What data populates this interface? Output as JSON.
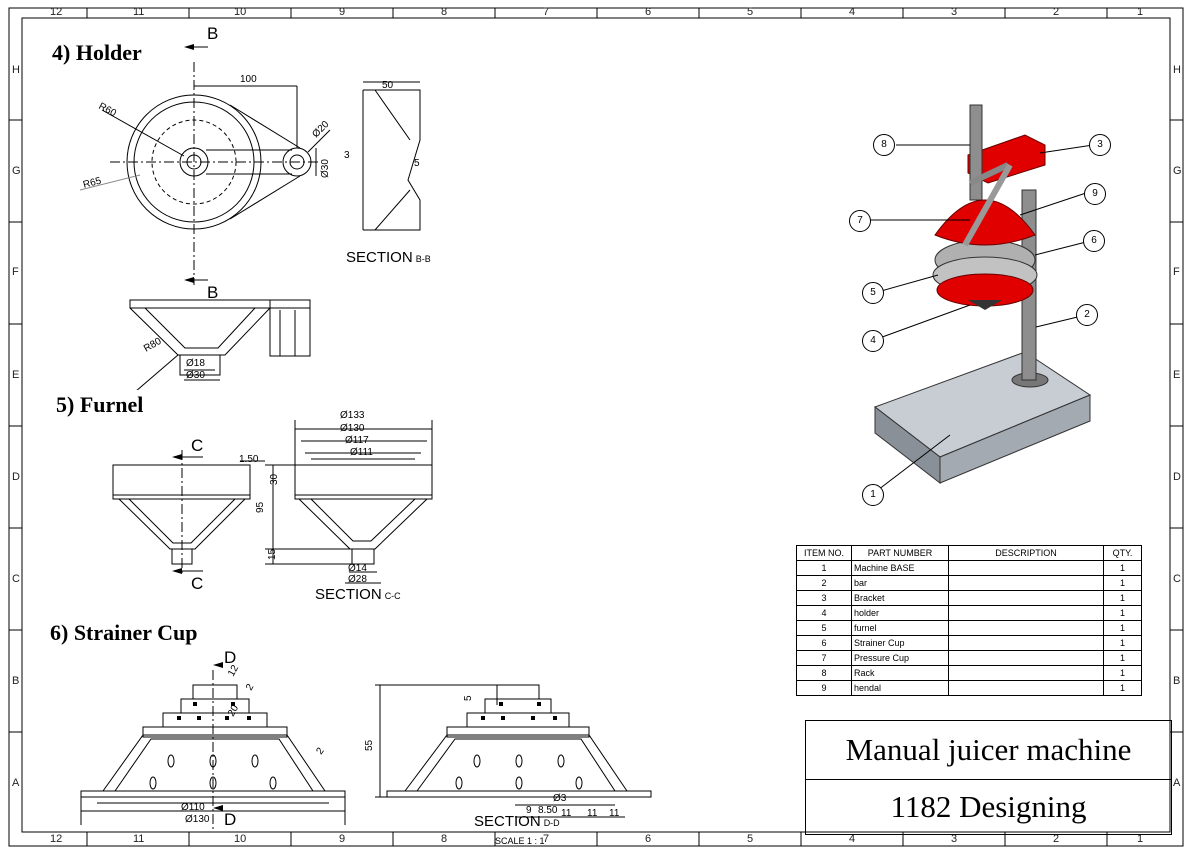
{
  "sheet": {
    "columns_top": [
      "12",
      "11",
      "10",
      "9",
      "8",
      "7",
      "6",
      "5",
      "4",
      "3",
      "2",
      "1"
    ],
    "rows_side": [
      "H",
      "G",
      "F",
      "E",
      "D",
      "C",
      "B",
      "A"
    ]
  },
  "views": {
    "holder": {
      "heading": "4) Holder",
      "cut_letter": "B",
      "section_label": "SECTION",
      "section_id": "B-B",
      "dims": {
        "d100": "100",
        "r60": "R60",
        "r65": "R65",
        "phi20": "Ø20",
        "phi30": "Ø30",
        "d50": "50",
        "d3": "3",
        "d5": "5",
        "r80": "R80",
        "phi18": "Ø18",
        "phi30b": "Ø30"
      }
    },
    "furnel": {
      "heading": "5) Furnel",
      "cut_letter": "C",
      "section_label": "SECTION",
      "section_id": "C-C",
      "dims": {
        "phi133": "Ø133",
        "phi130": "Ø130",
        "phi117": "Ø117",
        "phi111": "Ø111",
        "d150": "1.50",
        "d30": "30",
        "d95": "95",
        "d15": "15",
        "phi14": "Ø14",
        "phi28": "Ø28"
      }
    },
    "strainer": {
      "heading": "6) Strainer Cup",
      "cut_letter": "D",
      "section_label": "SECTION",
      "section_id": "D-D",
      "scale": "SCALE 1 : 1",
      "dims": {
        "d12": "12",
        "d2a": "2",
        "d20": "20",
        "d2b": "2",
        "phi110": "Ø110",
        "phi130": "Ø130",
        "d55": "55",
        "d5": "5",
        "phi3": "Ø3",
        "d9": "9",
        "d850": "8.50",
        "d11a": "11",
        "d11b": "11",
        "d11c": "11"
      }
    }
  },
  "balloons": [
    "1",
    "2",
    "3",
    "4",
    "5",
    "6",
    "7",
    "8",
    "9"
  ],
  "bom": {
    "headers": [
      "ITEM NO.",
      "PART NUMBER",
      "DESCRIPTION",
      "QTY."
    ],
    "rows": [
      [
        "1",
        "Machine BASE",
        "",
        "1"
      ],
      [
        "2",
        "bar",
        "",
        "1"
      ],
      [
        "3",
        "Bracket",
        "",
        "1"
      ],
      [
        "4",
        "holder",
        "",
        "1"
      ],
      [
        "5",
        "furnel",
        "",
        "1"
      ],
      [
        "6",
        "Strainer Cup",
        "",
        "1"
      ],
      [
        "7",
        "Pressure Cup",
        "",
        "1"
      ],
      [
        "8",
        "Rack",
        "",
        "1"
      ],
      [
        "9",
        "hendal",
        "",
        "1"
      ]
    ]
  },
  "title_block": {
    "title": "Manual juicer machine",
    "subtitle": "1182 Designing"
  },
  "colors": {
    "accent_red": "#e00000",
    "base_gray": "#c8cdd4",
    "metal": "#9a9a9a"
  }
}
